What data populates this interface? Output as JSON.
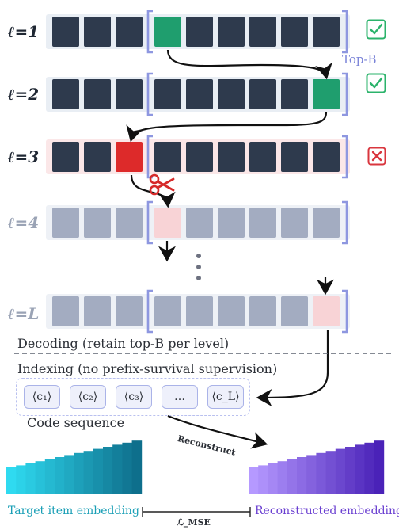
{
  "levels": [
    {
      "label": "ℓ=1",
      "status": "check"
    },
    {
      "label": "ℓ=2",
      "status": "check"
    },
    {
      "label": "ℓ=3",
      "status": "cross"
    },
    {
      "label": "ℓ=4",
      "status": ""
    },
    {
      "label": "ℓ=L",
      "status": ""
    }
  ],
  "top_b_label": "Top-B",
  "decoding_label": "Decoding (retain top-B per level)",
  "indexing_label": "Indexing (no prefix-survival supervision)",
  "code_sequence": {
    "label": "Code sequence",
    "chips": [
      "⟨c₁⟩",
      "⟨c₂⟩",
      "⟨c₃⟩",
      "…",
      "⟨c_L⟩"
    ]
  },
  "reconstruct_label": "Reconstruct",
  "target_label": "Target item embedding",
  "reconstructed_label": "Reconstructed embedding",
  "loss_label": "ℒ_MSE",
  "colors": {
    "dark_cell": "#2e3a4d",
    "faded_cell": "#a3acc1",
    "green_cell": "#1f9e6e",
    "red_cell": "#dd2a2a",
    "pink_cell": "#f8d3d6",
    "bracket": "#8e97e0",
    "check": "#2bb36b",
    "cross": "#d9363e",
    "target_gradient": [
      "#2fdaf0",
      "#0e6f8c"
    ],
    "recon_gradient": [
      "#b599ff",
      "#4a22b8"
    ]
  }
}
